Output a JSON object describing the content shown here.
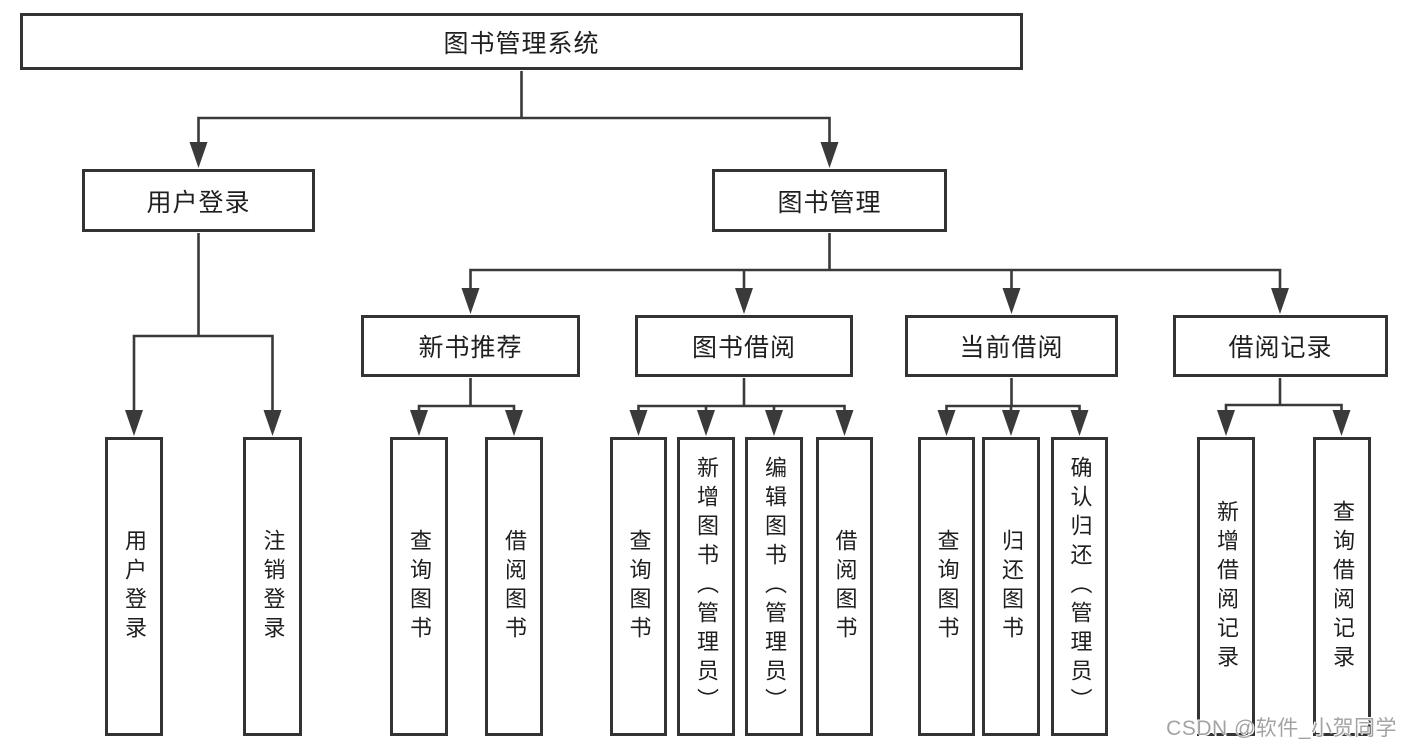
{
  "diagram": {
    "type": "tree",
    "colors": {
      "line": "#3a3a3a",
      "box_border": "#333333",
      "box_fill": "#ffffff",
      "text": "#1f1f1f",
      "watermark_text_color": "#a3a3a3"
    },
    "tree": {
      "root": {
        "label": "图书管理系统",
        "children": [
          {
            "label": "用户登录",
            "leaves": [
              "用户登录",
              "注销登录"
            ]
          },
          {
            "label": "图书管理",
            "children": [
              {
                "label": "新书推荐",
                "leaves": [
                  "查询图书",
                  "借阅图书"
                ]
              },
              {
                "label": "图书借阅",
                "leaves": [
                  "查询图书",
                  "新增图书（管理员）",
                  "编辑图书（管理员）",
                  "借阅图书"
                ]
              },
              {
                "label": "当前借阅",
                "leaves": [
                  "查询图书",
                  "归还图书",
                  "确认归还（管理员）"
                ]
              },
              {
                "label": "借阅记录",
                "leaves": [
                  "新增借阅记录",
                  "查询借阅记录"
                ]
              }
            ]
          }
        ]
      }
    },
    "watermark": "CSDN @软件_小贺同学"
  }
}
